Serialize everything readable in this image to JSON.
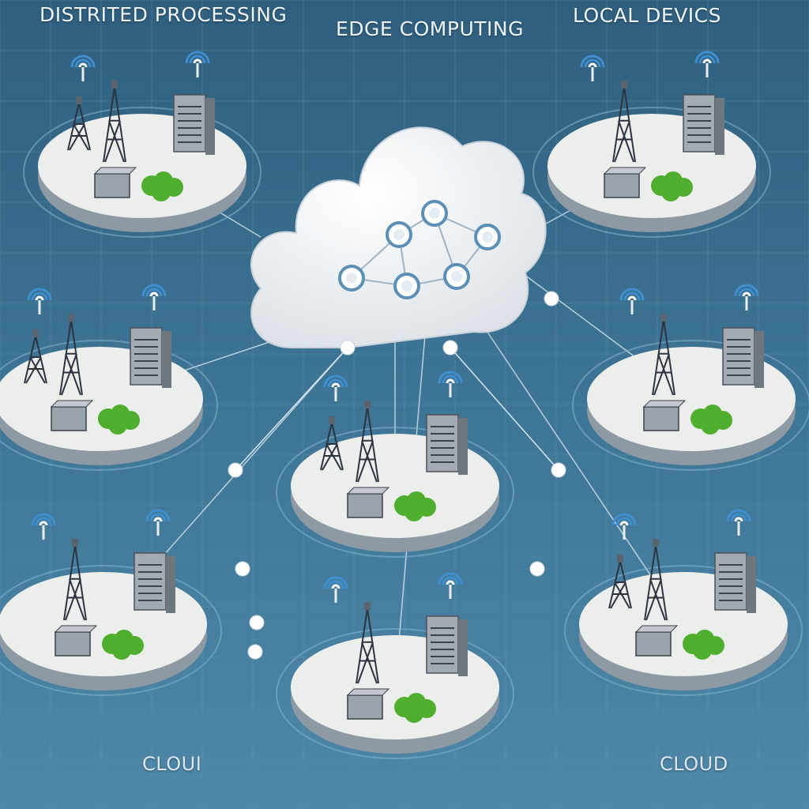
{
  "labels": {
    "top_left": "DISTRITED PROCESSING",
    "top_center": "EDGE COMPUTING",
    "top_right": "LOCAL DEVICS",
    "bottom_left": "CLOUI",
    "bottom_right": "CLOUD"
  },
  "colors": {
    "background": "#3f7394",
    "platform": "#eceeec",
    "cloud": "#f4f6f8",
    "node": "#5b8fb5",
    "bush": "#4fae2e",
    "server": "#8c949c",
    "grid": "#6a9ab6"
  },
  "icons": [
    "cloud-icon",
    "network-node-icon",
    "cell-tower-icon",
    "server-rack-icon",
    "building-icon",
    "bush-icon",
    "wifi-icon"
  ]
}
